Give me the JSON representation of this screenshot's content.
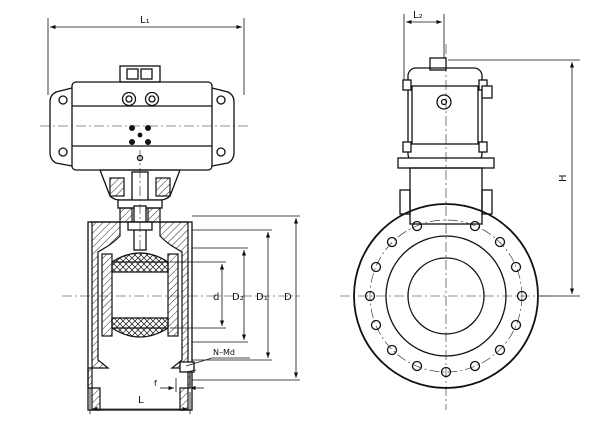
{
  "labels": {
    "L1": "L₁",
    "L2": "L₂",
    "H": "H",
    "d": "d",
    "D2": "D₂",
    "D1": "D₁",
    "D": "D",
    "N_Md": "N–Md",
    "f": "f",
    "L": "L"
  }
}
